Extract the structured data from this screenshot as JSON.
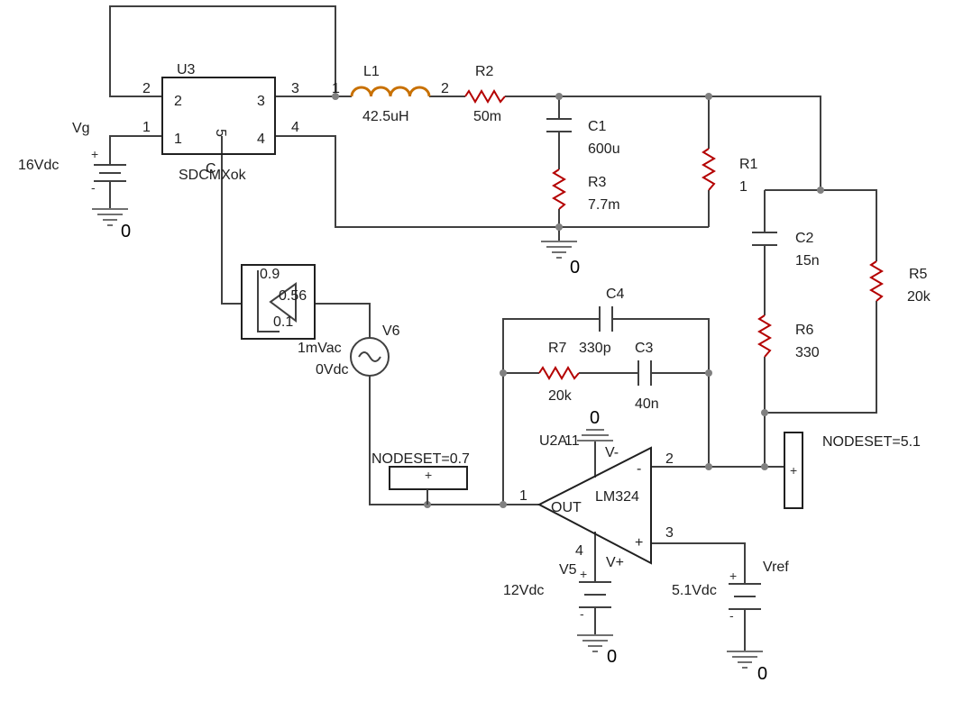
{
  "components": {
    "u3": {
      "ref": "U3",
      "model": "SDCMXok",
      "pin1": "1",
      "pin2": "2",
      "pin3": "3",
      "pin4": "4",
      "pin5": "5",
      "pin_c": "C",
      "ext1": "1",
      "ext2": "2",
      "ext3": "3",
      "ext4": "4",
      "node_out": "1"
    },
    "vg": {
      "ref": "Vg",
      "value": "16Vdc"
    },
    "l1": {
      "ref": "L1",
      "value": "42.5uH",
      "node": "2"
    },
    "r2": {
      "ref": "R2",
      "value": "50m"
    },
    "c1": {
      "ref": "C1",
      "value": "600u"
    },
    "r3": {
      "ref": "R3",
      "value": "7.7m"
    },
    "r1": {
      "ref": "R1",
      "value": "1"
    },
    "c2": {
      "ref": "C2",
      "value": "15n"
    },
    "r5": {
      "ref": "R5",
      "value": "20k"
    },
    "r6": {
      "ref": "R6",
      "value": "330"
    },
    "c4": {
      "ref": "C4",
      "value": "330p"
    },
    "r7": {
      "ref": "R7",
      "value": "20k"
    },
    "c3": {
      "ref": "C3",
      "value": "40n"
    },
    "v6": {
      "ref": "V6",
      "ac": "1mVac",
      "dc": "0Vdc"
    },
    "limiter": {
      "hi": "0.9",
      "mid": "0.56",
      "lo": "0.1"
    },
    "nodeset1": {
      "label": "NODESET=0.7"
    },
    "nodeset2": {
      "label": "NODESET=5.1"
    },
    "u2a": {
      "ref": "U2A",
      "model": "LM324",
      "out": "OUT",
      "vminus": "V-",
      "vplus": "V+",
      "pin1": "1",
      "pin2": "2",
      "pin3": "3",
      "pin4": "4",
      "pin11": "11"
    },
    "v5": {
      "ref": "V5",
      "value": "12Vdc"
    },
    "vref": {
      "ref": "Vref",
      "value": "5.1Vdc"
    }
  },
  "grounds": {
    "g1": "0",
    "g2": "0",
    "g3": "0",
    "g4": "0",
    "g5": "0"
  },
  "polarity": {
    "plus": "+",
    "minus": "-"
  },
  "colors": {
    "wire": "#404040",
    "inductor": "#c87000",
    "resistor": "#b40000",
    "dot": "#808080"
  }
}
